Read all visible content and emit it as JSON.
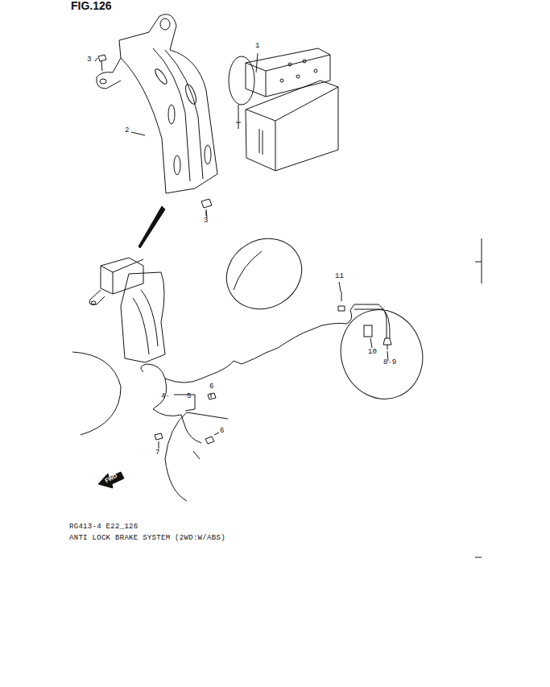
{
  "diagram": {
    "title": "FIG.126",
    "caption": "ANTI LOCK BRAKE SYSTEM (2WD:W/ABS)",
    "labels": [
      "3",
      "1",
      "2",
      "3",
      "11",
      "10",
      "8·9",
      "6",
      "4·",
      "5",
      "6",
      "7",
      "FWD",
      "RG413-4 E22_126"
    ]
  }
}
